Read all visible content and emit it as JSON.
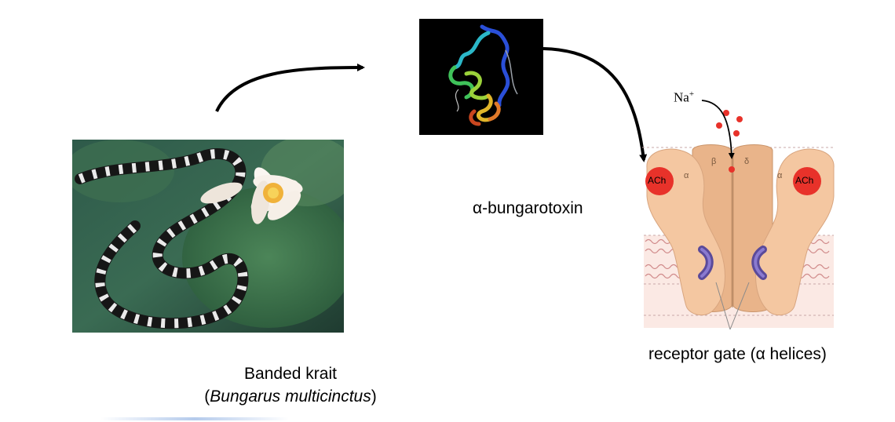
{
  "snake": {
    "caption_name": "Banded krait",
    "caption_paren_open": "(",
    "caption_species": "Bungarus multicinctus",
    "caption_paren_close": ")"
  },
  "toxin": {
    "label": "α-bungarotoxin"
  },
  "receptor": {
    "label": "receptor gate (α helices)",
    "ion_label": "Na",
    "ion_charge": "+",
    "ach_left": "ACh",
    "ach_right": "ACh",
    "subunit_alpha_left": "α",
    "subunit_beta": "β",
    "subunit_delta": "δ",
    "subunit_alpha_right": "α"
  },
  "colors": {
    "ach_red": "#e8322a",
    "receptor_tan": "#f2c39e",
    "helix_purple": "#6b5aa8",
    "background": "#ffffff"
  }
}
